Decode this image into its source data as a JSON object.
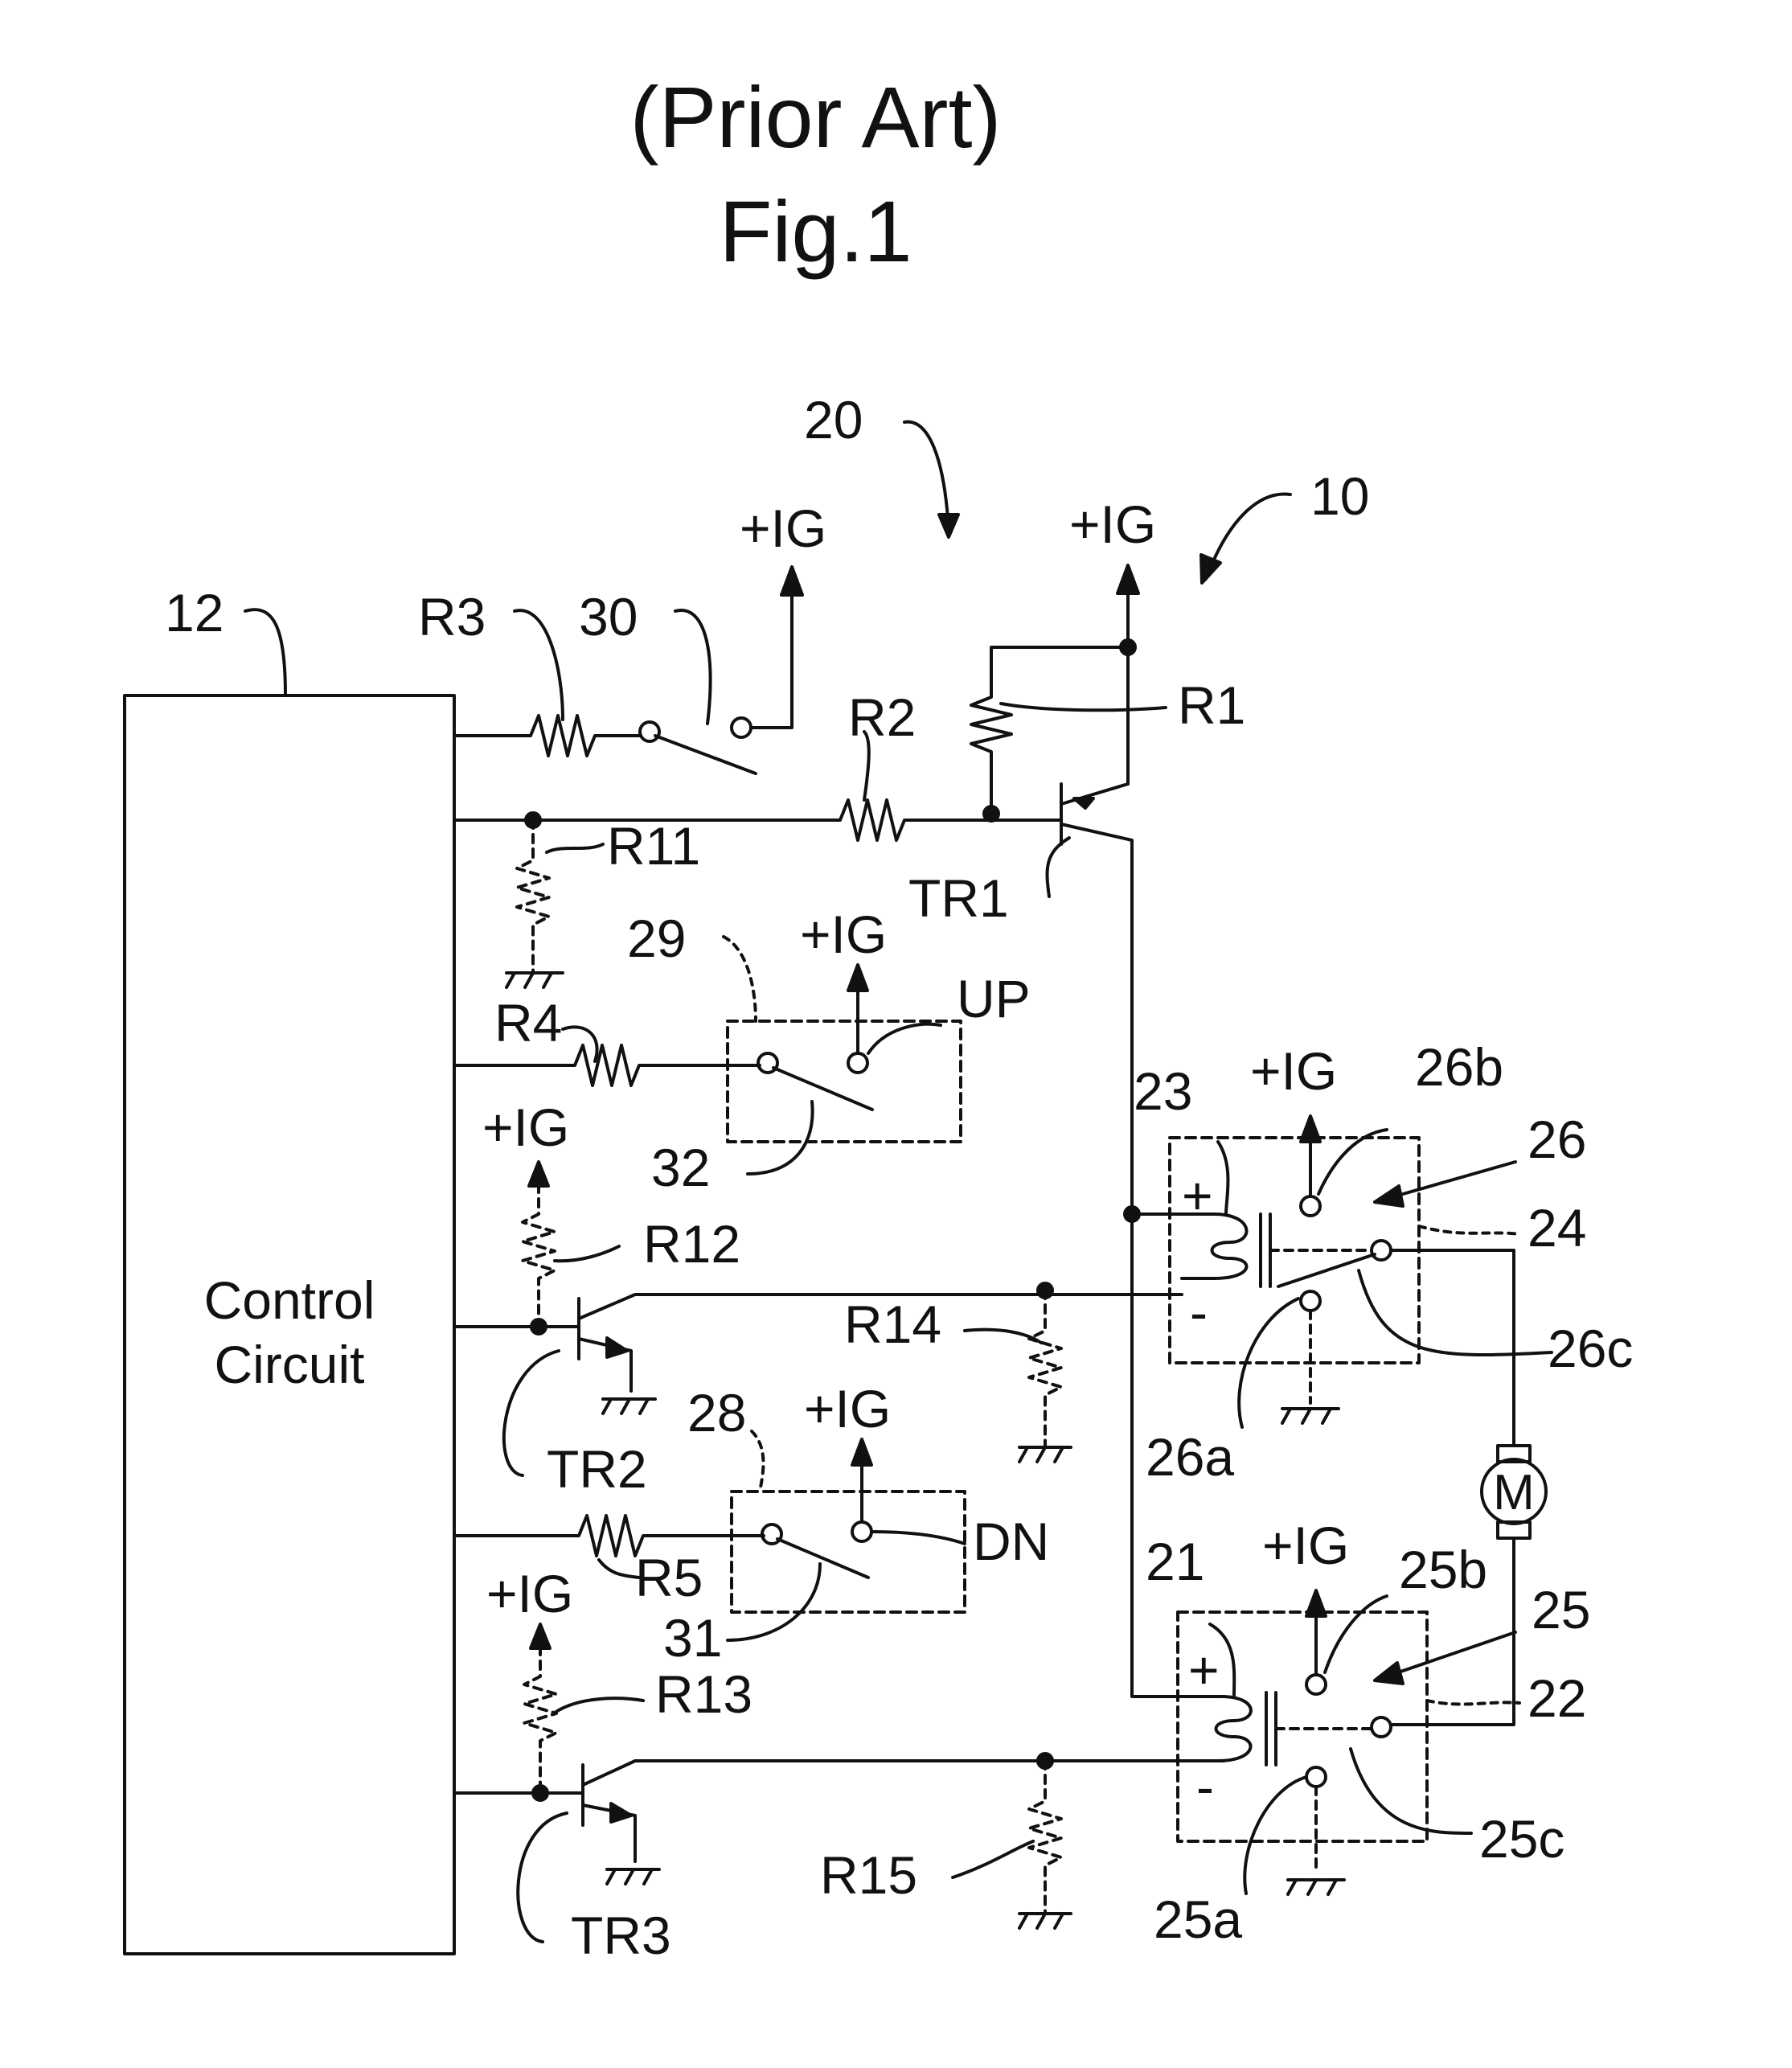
{
  "figure": {
    "subtitle": "(Prior Art)",
    "title": "Fig.1"
  },
  "labels": {
    "ref_20": "20",
    "ref_10": "10",
    "ref_12": "12",
    "ref_30": "30",
    "ref_29": "29",
    "ref_28": "28",
    "ref_23": "23",
    "ref_21": "21",
    "ref_24": "24",
    "ref_22": "22",
    "ref_26": "26",
    "ref_25": "25",
    "ref_26b": "26b",
    "ref_26c": "26c",
    "ref_26a": "26a",
    "ref_25b": "25b",
    "ref_25c": "25c",
    "ref_25a": "25a",
    "ref_32": "32",
    "ref_31": "31",
    "r1": "R1",
    "r2": "R2",
    "r3": "R3",
    "r4": "R4",
    "r5": "R5",
    "r11": "R11",
    "r12": "R12",
    "r13": "R13",
    "r14": "R14",
    "r15": "R15",
    "tr1": "TR1",
    "tr2": "TR2",
    "tr3": "TR3",
    "ig": "+IG",
    "up": "UP",
    "dn": "DN",
    "plus": "+",
    "minus": "-",
    "motor": "M",
    "control_line1": "Control",
    "control_line2": "Circuit"
  }
}
